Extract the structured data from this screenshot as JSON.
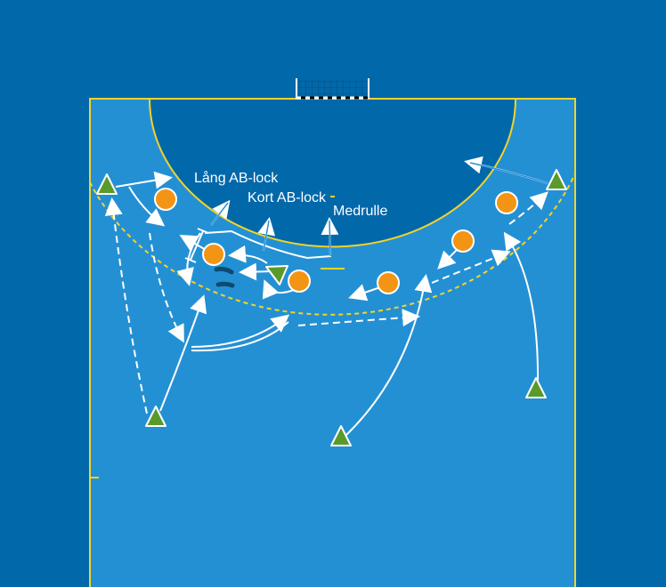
{
  "title": "Handball play diagram",
  "labels": {
    "long_screen": "Lång AB-lock",
    "short_screen": "Kort AB-lock",
    "roll": "Medrulle"
  },
  "colors": {
    "background": "#0168aa",
    "court": "#2490d4",
    "goal_area": "#0168aa",
    "lines": "#f5d327",
    "attacker": "#5a9a2a",
    "defender": "#f39414",
    "arrow": "#ffffff"
  },
  "legend_icons": {
    "attacker": "green-triangle",
    "defender": "orange-circle"
  }
}
